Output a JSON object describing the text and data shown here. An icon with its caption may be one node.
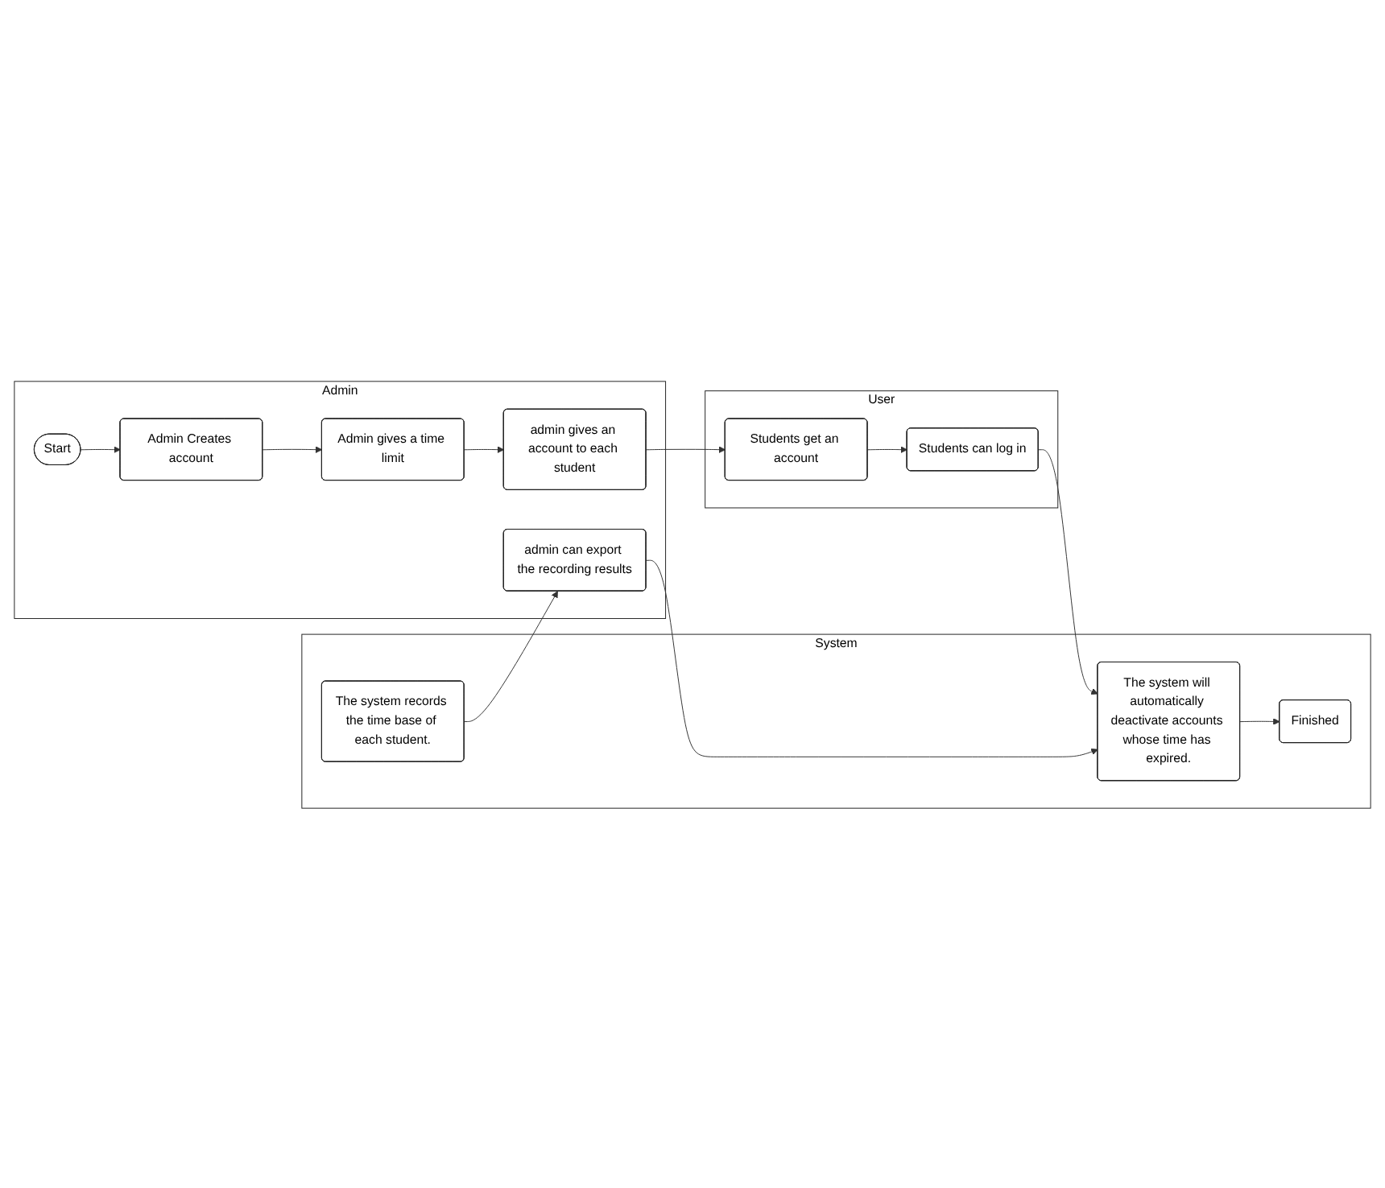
{
  "diagram": {
    "nodes": [
      {
        "text": [
          "Admin"
        ]
      },
      {
        "text": [
          "System"
        ]
      },
      {
        "text": [
          "User"
        ]
      },
      {
        "text": [
          "Start"
        ],
        "in": 0
      },
      {
        "text": [
          "Admin Creates account"
        ],
        "in": 0
      },
      {
        "text": [
          "Admin gives a time limit"
        ],
        "in": 0
      },
      {
        "text": [
          "admin gives an account to each student"
        ],
        "in": 0
      },
      {
        "text": [
          "admin can export the recording results"
        ],
        "in": 0
      },
      {
        "text": [
          "The system records the time base of each student."
        ],
        "in": 1
      },
      {
        "text": [
          "The system will automatically deactivate accounts whose time has expired."
        ],
        "in": 1
      },
      {
        "text": [
          "Finished"
        ],
        "in": 1
      },
      {
        "text": [
          "Students get an account"
        ],
        "in": 2
      },
      {
        "text": [
          "Students can log in"
        ],
        "in": 2
      }
    ],
    "edges": [
      {
        "from": 3,
        "to": 4,
        "arrow": "to"
      },
      {
        "from": 4,
        "to": 5,
        "arrow": "to"
      },
      {
        "from": 5,
        "to": 6,
        "arrow": "to"
      },
      {
        "from": 6,
        "to": 11,
        "arrow": "to"
      },
      {
        "from": 11,
        "to": 12,
        "arrow": "to"
      },
      {
        "from": 12,
        "to": 9,
        "arrow": "to"
      },
      {
        "from": 8,
        "to": 7,
        "arrow": "to"
      },
      {
        "from": 7,
        "to": 9,
        "arrow": "to"
      },
      {
        "from": 9,
        "to": 10,
        "arrow": "to"
      }
    ]
  }
}
